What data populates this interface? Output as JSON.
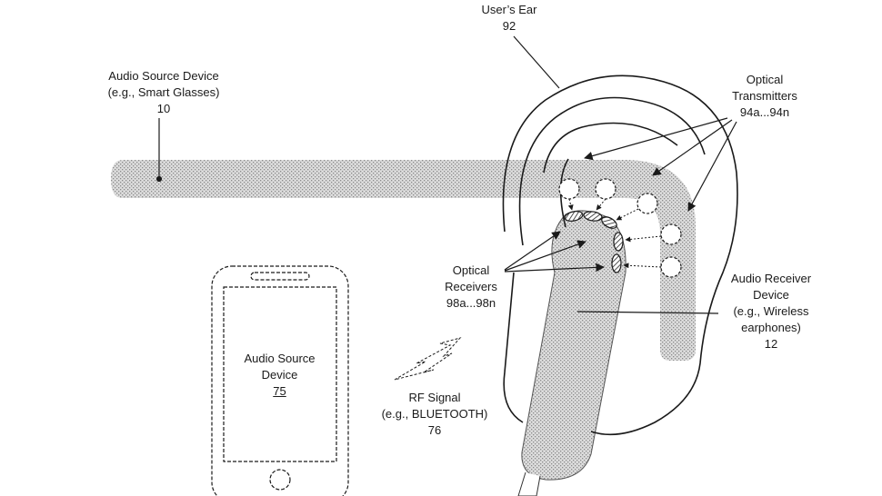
{
  "labels": {
    "audio_source_glasses": {
      "line1": "Audio Source Device",
      "line2": "(e.g., Smart Glasses)",
      "ref": "10"
    },
    "users_ear": {
      "line1": "User’s Ear",
      "ref": "92"
    },
    "optical_transmitters": {
      "line1": "Optical",
      "line2": "Transmitters",
      "ref": "94a...94n"
    },
    "optical_receivers": {
      "line1": "Optical",
      "line2": "Receivers",
      "ref": "98a...98n"
    },
    "audio_receiver": {
      "line1": "Audio Receiver",
      "line2": "Device",
      "line3": "(e.g., Wireless",
      "line4": "earphones)",
      "ref": "12"
    },
    "phone_source": {
      "line1": "Audio Source",
      "line2": "Device",
      "ref": "75"
    },
    "rf_signal": {
      "line1": "RF Signal",
      "line2": "(e.g., BLUETOOTH)",
      "ref": "76"
    }
  },
  "colors": {
    "stroke": "#1a1a1a",
    "stipple": "#c8c8c8",
    "background": "#ffffff"
  }
}
